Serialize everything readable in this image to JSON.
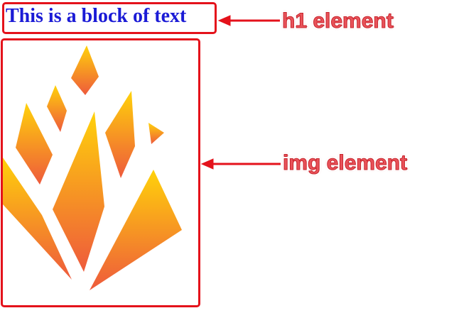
{
  "heading": {
    "text": "This is a block of text"
  },
  "annotations": {
    "h1_label": "h1 element",
    "img_label": "img element"
  },
  "image": {
    "icon": "flame-logo-icon",
    "gradient_top": "#ffd20a",
    "gradient_bottom": "#ee5a3c"
  },
  "colors": {
    "highlight_box": "#e4121b",
    "heading_text": "#1b1bd6",
    "annotation_text": "#e8535a"
  }
}
